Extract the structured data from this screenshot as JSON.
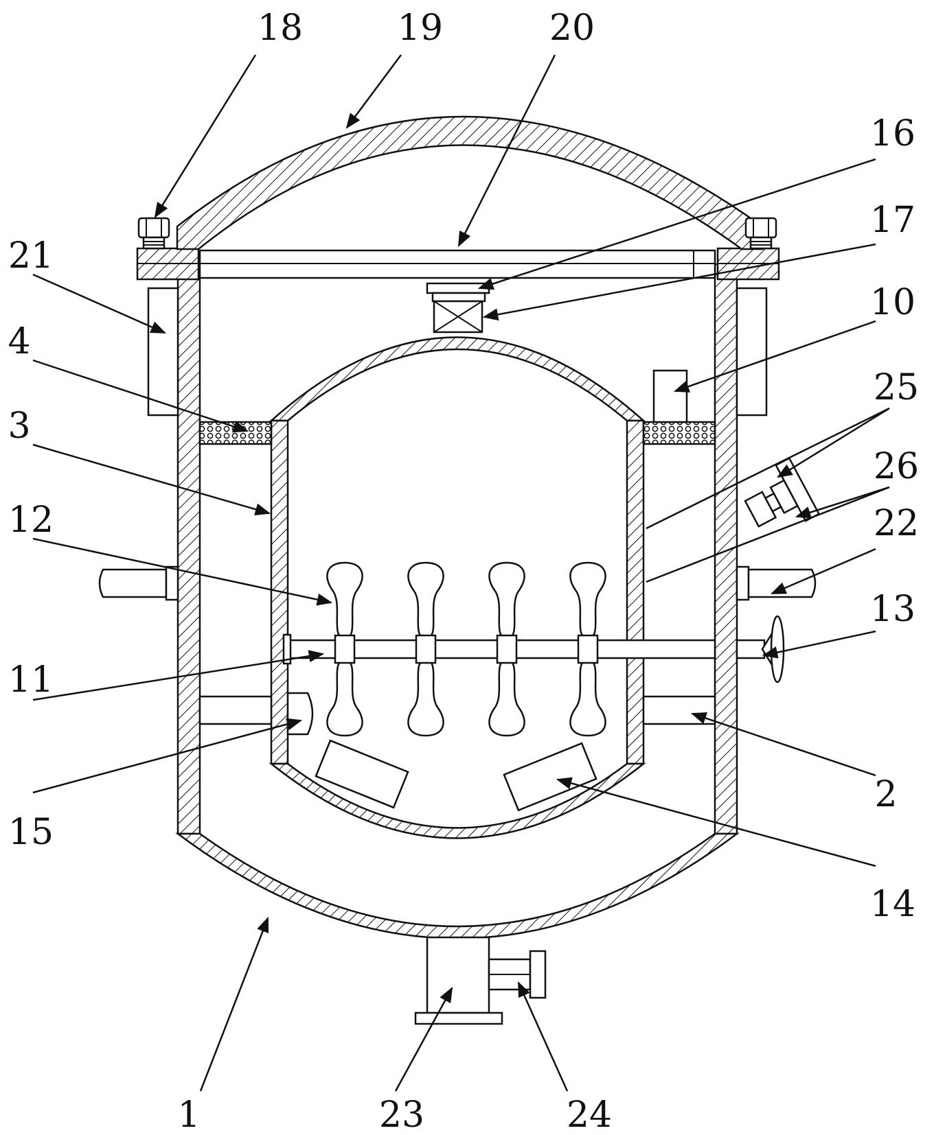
{
  "labels": {
    "l1": "1",
    "l2": "2",
    "l3": "3",
    "l4": "4",
    "l10": "10",
    "l11": "11",
    "l12": "12",
    "l13": "13",
    "l14": "14",
    "l15": "15",
    "l16": "16",
    "l17": "17",
    "l18": "18",
    "l19": "19",
    "l20": "20",
    "l21": "21",
    "l22": "22",
    "l23": "23",
    "l24": "24",
    "l25": "25",
    "l26": "26"
  }
}
